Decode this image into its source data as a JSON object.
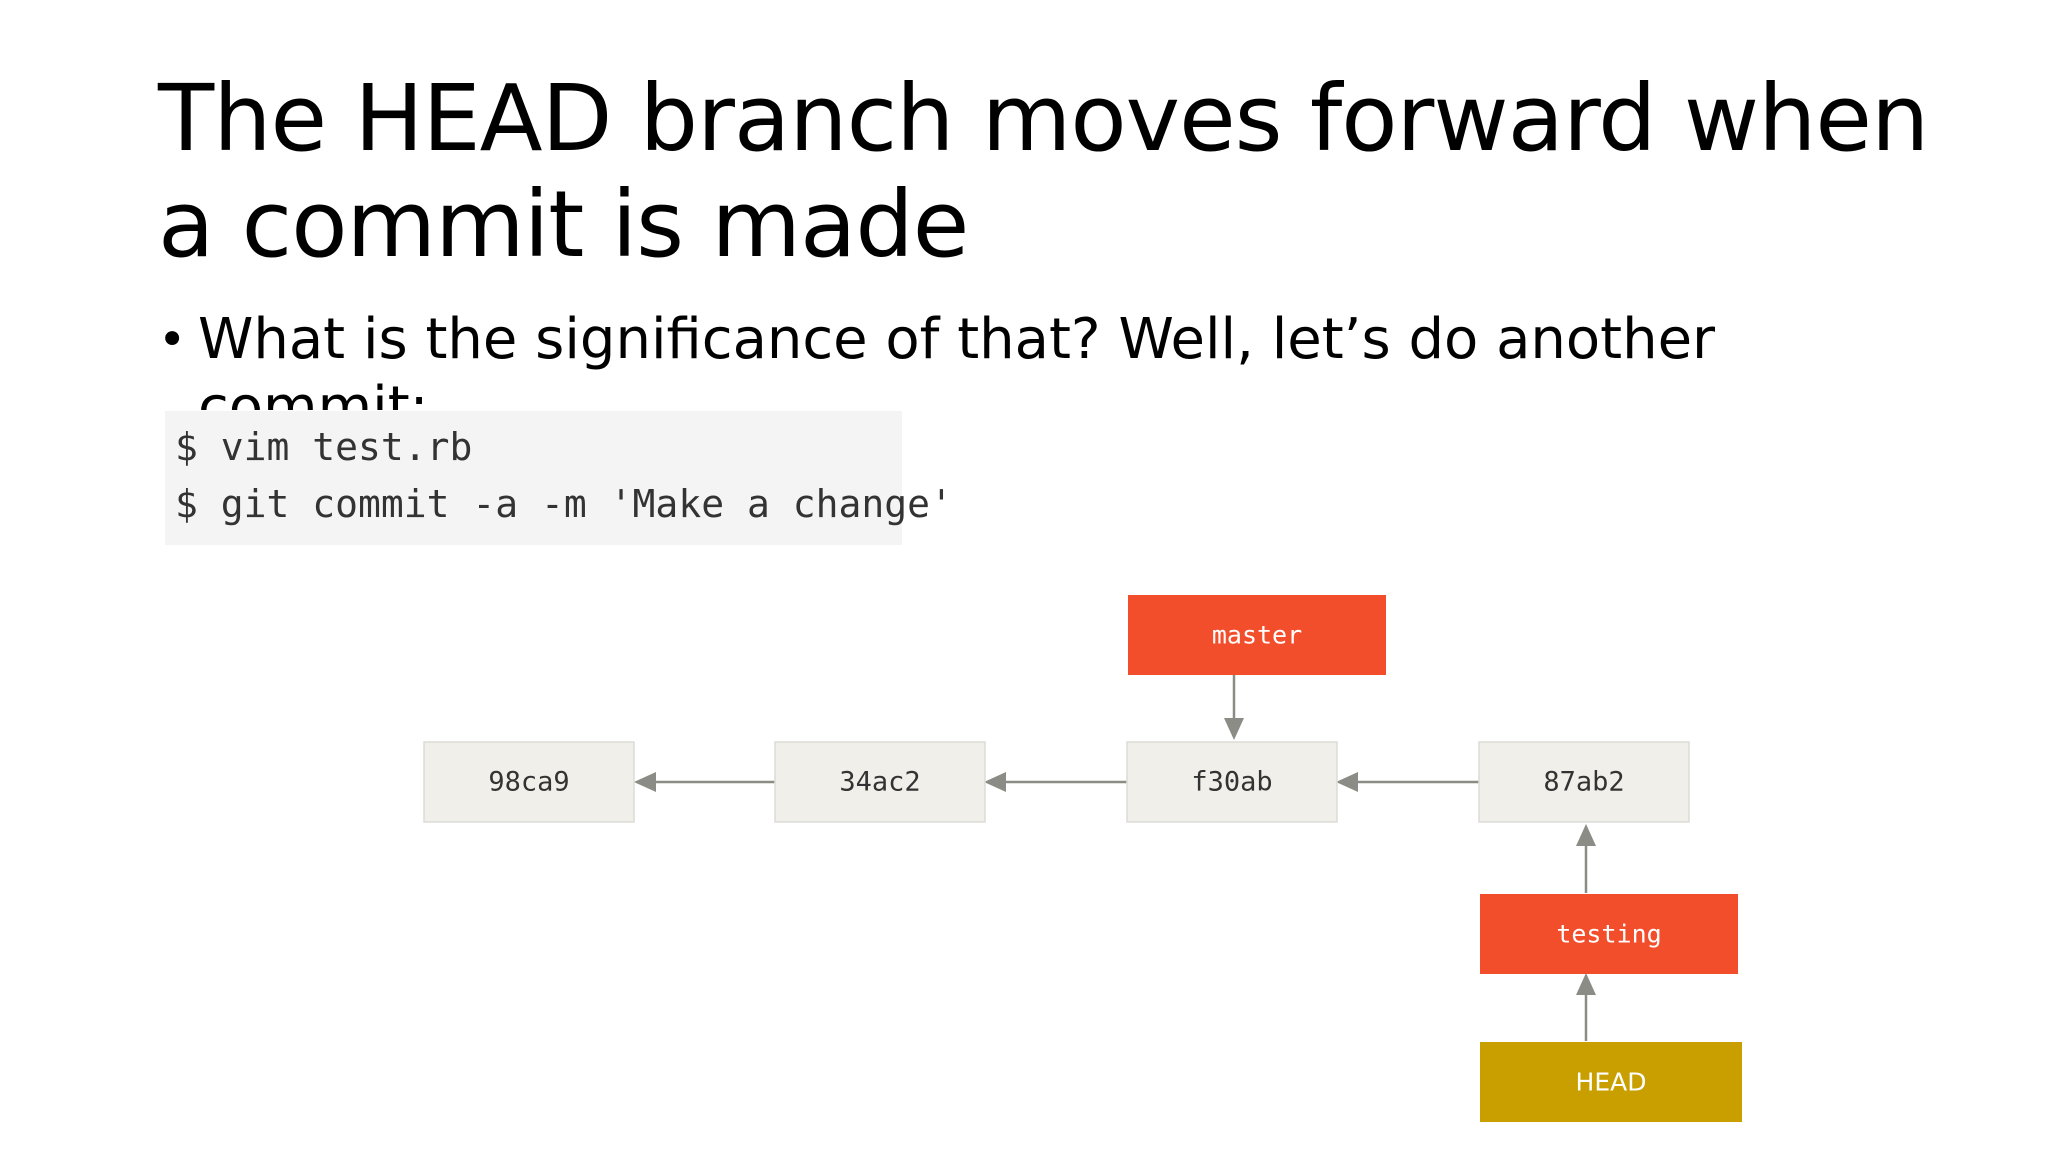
{
  "slide": {
    "title": "The HEAD branch moves forward when a commit is made",
    "bullet": "What is the significance of that? Well, let’s do another commit:",
    "code_lines": [
      "$ vim test.rb",
      "$ git commit -a -m 'Make a change'"
    ]
  },
  "diagram": {
    "colors": {
      "commit_fill": "#f0efea",
      "commit_stroke": "#dcdbd6",
      "branch_fill": "#f24e2c",
      "head_fill": "#c99f00",
      "arrow": "#8c8c86"
    },
    "commits": [
      "98ca9",
      "34ac2",
      "f30ab",
      "87ab2"
    ],
    "branches": [
      {
        "name": "master",
        "points_to": "f30ab"
      },
      {
        "name": "testing",
        "points_to": "87ab2"
      }
    ],
    "head": {
      "name": "HEAD",
      "points_to": "testing"
    }
  }
}
